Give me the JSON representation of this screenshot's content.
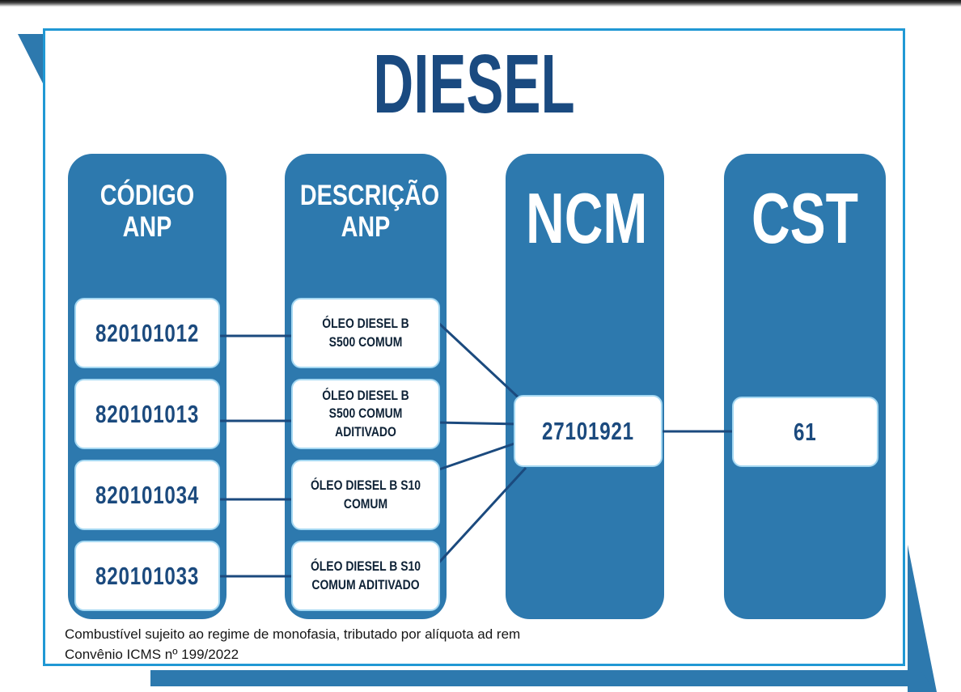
{
  "page": {
    "title": "DIESEL"
  },
  "columns": {
    "codigo_anp": {
      "header_line1": "CÓDIGO",
      "header_line2": "ANP",
      "items": [
        "820101012",
        "820101013",
        "820101034",
        "820101033"
      ]
    },
    "descricao_anp": {
      "header_line1": "DESCRIÇÃO",
      "header_line2": "ANP",
      "items": [
        "ÓLEO DIESEL B S500 COMUM",
        "ÓLEO DIESEL B S500 COMUM ADITIVADO",
        "ÓLEO DIESEL B S10 COMUM",
        "ÓLEO DIESEL B S10 COMUM ADITIVADO"
      ]
    },
    "ncm": {
      "header": "NCM",
      "value": "27101921"
    },
    "cst": {
      "header": "CST",
      "value": "61"
    }
  },
  "footer": {
    "line1": "Combustível sujeito ao regime de monofasia, tributado por alíquota ad rem",
    "line2": "Convênio ICMS nº 199/2022"
  },
  "colors": {
    "column_blue": "#2d79ae",
    "navy_text": "#1b4a7e",
    "title_navy": "#1a4a80",
    "frame_border_cyan": "#2098d4",
    "connector_navy": "#1b4a7e",
    "cell_border": "#a5d8f2"
  }
}
